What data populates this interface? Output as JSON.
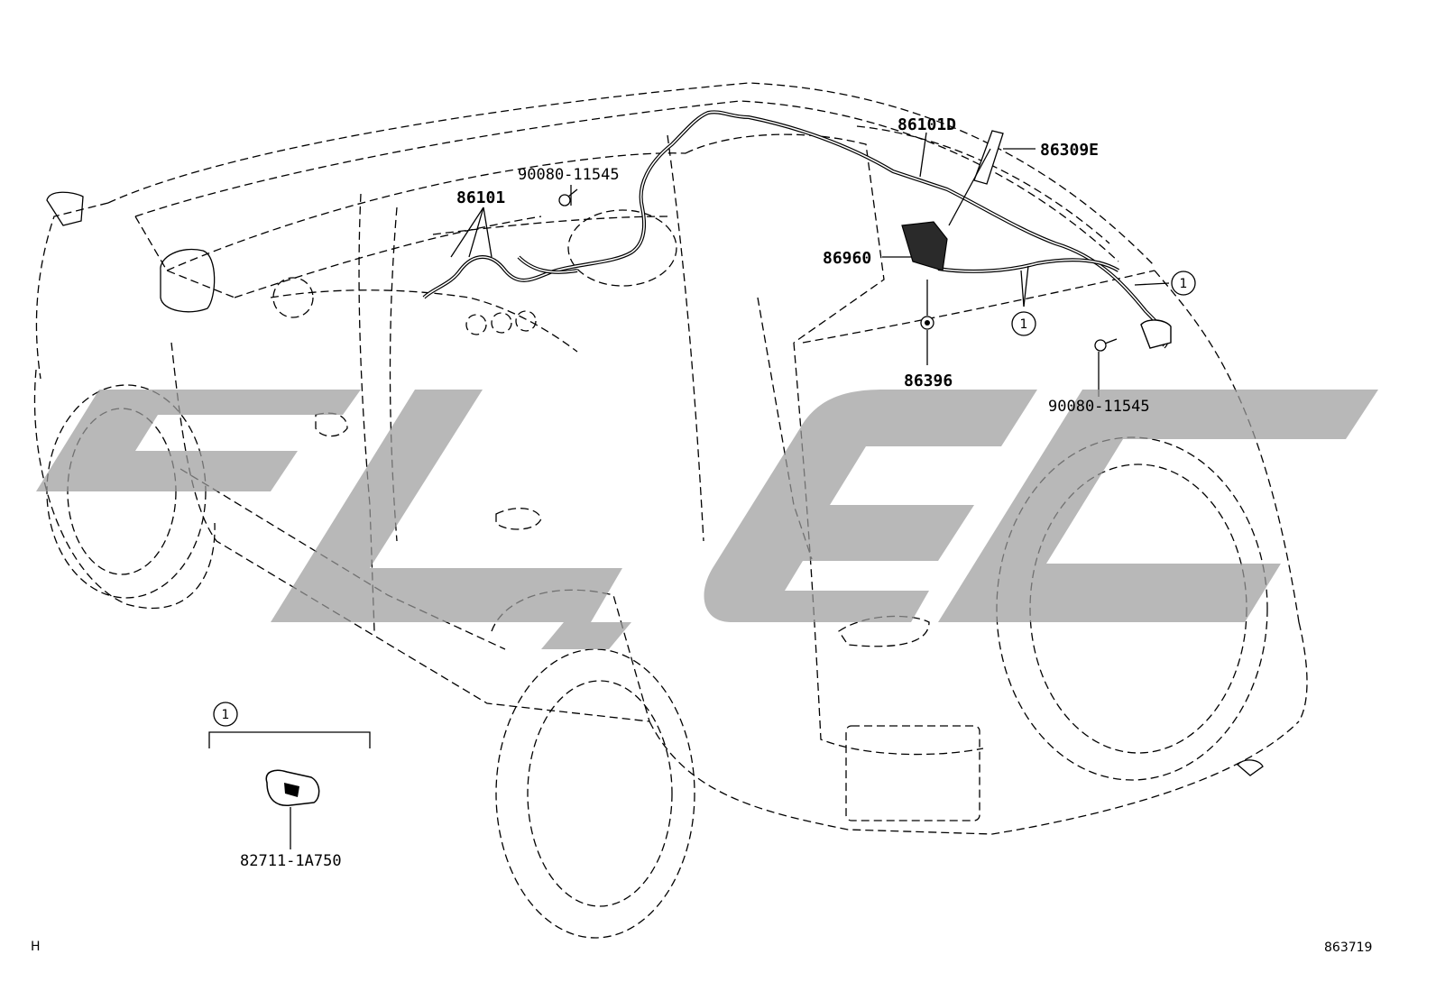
{
  "parts": {
    "p86101d": "86101D",
    "p86309e": "86309E",
    "p86101": "86101",
    "p90080_top": "90080-11545",
    "p86960": "86960",
    "p86396": "86396",
    "p90080_right": "90080-11545",
    "p82711": "82711-1A750"
  },
  "callouts": {
    "ref1_a": "1",
    "ref1_b": "1",
    "ref1_c": "1"
  },
  "footer": {
    "left_mark": "H",
    "diagram_number": "863719"
  },
  "colors": {
    "line": "#000000",
    "watermark": "#9c9c9c",
    "background": "#ffffff"
  }
}
